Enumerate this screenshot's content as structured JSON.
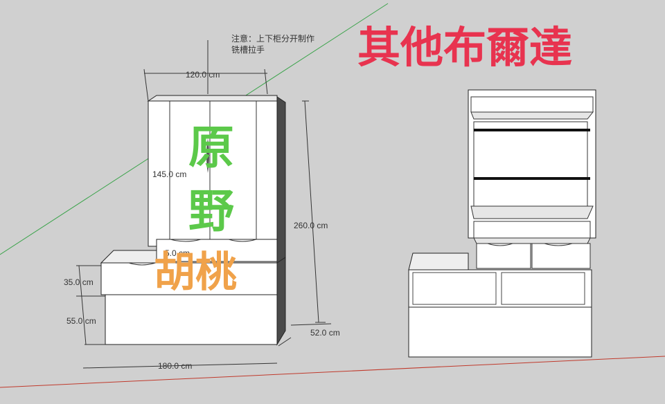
{
  "annotation": {
    "note_line1": "注意：上下柜分开制作",
    "note_line2": "铣槽拉手"
  },
  "dimensions": {
    "width_top": "120.0 cm",
    "height_upper": "145.0 cm",
    "height_total": "260.0 cm",
    "height_bench": "35.0 cm",
    "height_base": "55.0 cm",
    "depth": "52.0 cm",
    "width_bottom": "180.0 cm",
    "small_gap": "5.0 cm"
  },
  "labels": {
    "title_right": "其他布爾達",
    "material_line1": "原",
    "material_line2": "野",
    "material_line3": "胡桃"
  },
  "colors": {
    "title": "#e8334f",
    "material_green": "#5cc94a",
    "material_orange": "#f0a24a",
    "axis_green": "#3aa34a",
    "axis_red": "#c0392b"
  }
}
